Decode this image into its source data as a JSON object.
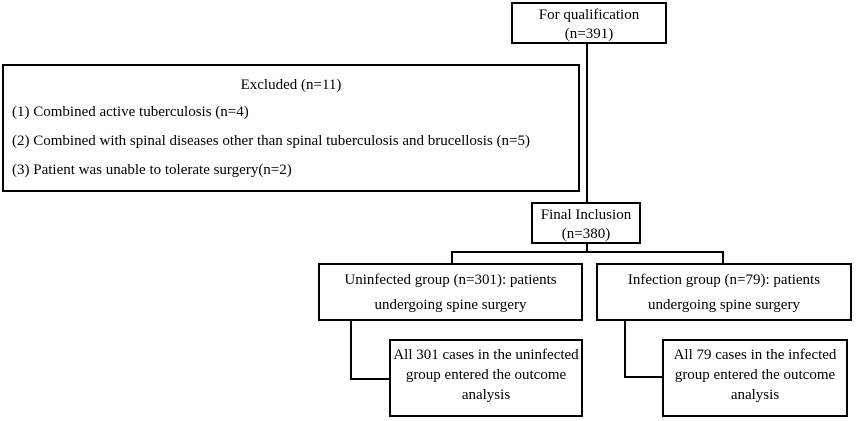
{
  "qualification": {
    "line1": "For qualification",
    "line2": "(n=391)"
  },
  "excluded": {
    "title": "Excluded (n=11)",
    "items": [
      "(1)  Combined active tuberculosis (n=4)",
      "(2)  Combined with spinal diseases other than spinal tuberculosis and brucellosis (n=5)",
      "(3)  Patient was unable to tolerate surgery(n=2)"
    ]
  },
  "final_inclusion": {
    "line1": "Final Inclusion",
    "line2": "(n=380)"
  },
  "uninfected_group": {
    "line1": "Uninfected group (n=301): patients",
    "line2": "undergoing spine surgery"
  },
  "infection_group": {
    "line1": "Infection group (n=79): patients",
    "line2": "undergoing spine surgery"
  },
  "uninfected_outcome": {
    "line1": "All 301 cases in the uninfected",
    "line2": "group entered the outcome",
    "line3": "analysis"
  },
  "infection_outcome": {
    "line1": "All 79 cases in the infected",
    "line2": "group entered the outcome",
    "line3": "analysis"
  }
}
